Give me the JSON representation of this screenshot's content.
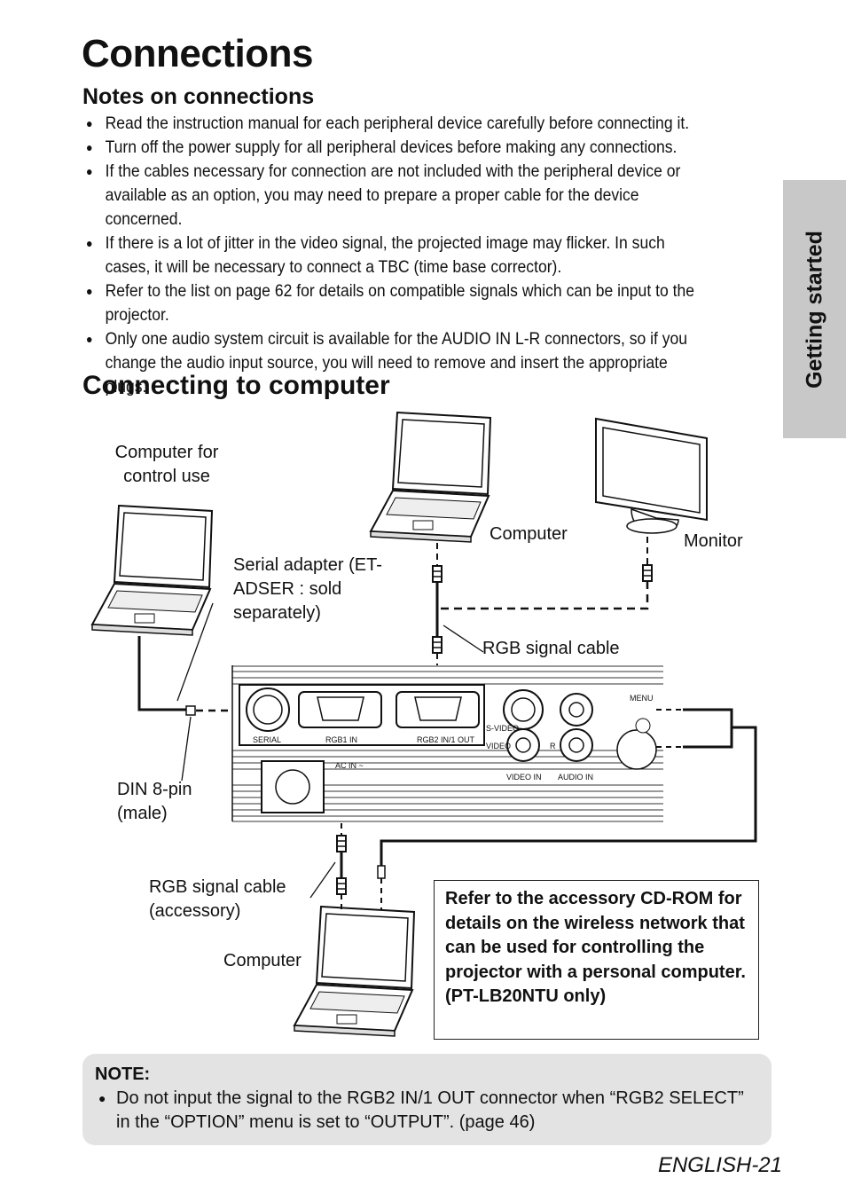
{
  "title": "Connections",
  "notes": {
    "heading": "Notes on connections",
    "items": [
      "Read the instruction manual for each peripheral device carefully before connecting it.",
      "Turn off the power supply for all peripheral devices before making any connections.",
      "If the cables necessary for connection are not included with the peripheral device or available as an option, you may need to prepare a proper cable for the device concerned.",
      "If there is a lot of jitter in the video signal, the projected image may flicker. In such cases, it will be necessary to connect a TBC (time base corrector).",
      "Refer to the list on page 62 for details on compatible signals which can be input to the projector.",
      "Only one audio system circuit is available for the AUDIO IN L-R connectors, so if you change the audio input source, you will need to remove and insert the appropriate plugs."
    ]
  },
  "side_tab": "Getting started",
  "section": "Connecting to computer",
  "diagram": {
    "control_computer": "Computer for control use",
    "computer_top": "Computer",
    "monitor": "Monitor",
    "serial_adapter": "Serial adapter (ET-ADSER : sold separately)",
    "rgb_cable": "RGB signal cable",
    "din": "DIN 8-pin (male)",
    "rgb_cable_accessory": "RGB signal cable (accessory)",
    "computer_bottom": "Computer",
    "panel": {
      "serial": "SERIAL",
      "rgb1": "RGB1 IN",
      "rgb2": "RGB2 IN/1 OUT",
      "s_video": "S-VIDEO",
      "video": "VIDEO",
      "r": "R",
      "menu": "MENU",
      "ac_in": "AC IN ~",
      "video_in": "VIDEO IN",
      "audio_in": "AUDIO IN"
    }
  },
  "cd_box": "Refer to the accessory CD-ROM for details on the wireless network that can be used for controlling the projector with a personal computer. (PT-LB20NTU only)",
  "note": {
    "title": "NOTE:",
    "text": "Do not input the signal to the RGB2 IN/1 OUT connector when “RGB2 SELECT” in the “OPTION” menu is set to “OUTPUT”. (page 46)"
  },
  "footer": {
    "lang": "ENGLISH",
    "page": "-21"
  }
}
